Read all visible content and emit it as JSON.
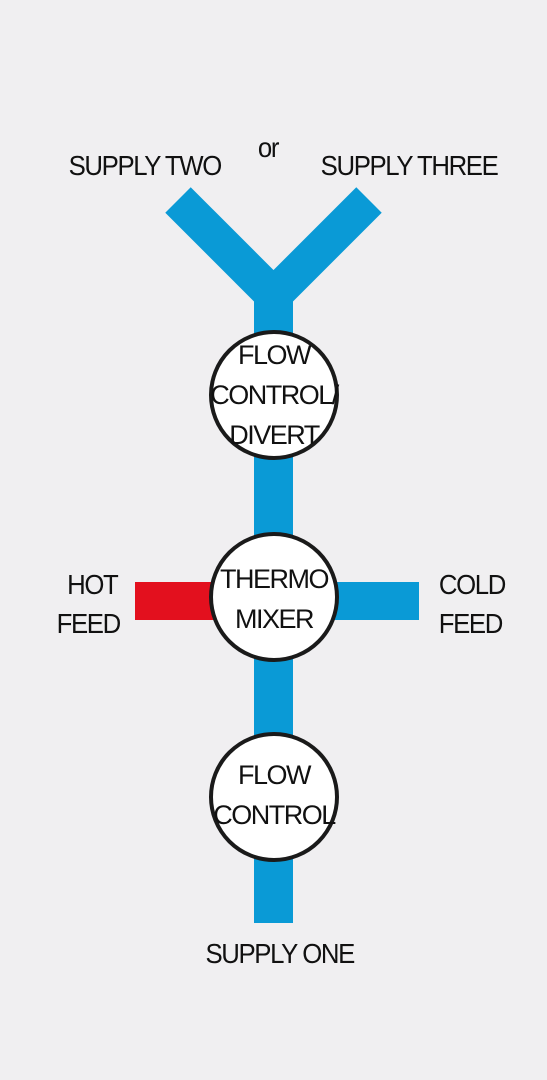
{
  "colors": {
    "background": "#f0eff1",
    "pipe_cold": "#0a9ad6",
    "pipe_hot": "#e3101e",
    "node_fill": "#ffffff",
    "node_border": "#1a1a1a",
    "text": "#111111"
  },
  "labels": {
    "supply_two": "SUPPLY TWO",
    "or": "or",
    "supply_three": "SUPPLY THREE",
    "hot_feed_line1": "HOT",
    "hot_feed_line2": "FEED",
    "cold_feed_line1": "COLD",
    "cold_feed_line2": "FEED",
    "supply_one": "SUPPLY ONE"
  },
  "nodes": {
    "flow_control_divert": {
      "line1": "FLOW",
      "line2": "CONTROL/",
      "line3": "DIVERT"
    },
    "thermo_mixer": {
      "line1": "THERMO",
      "line2": "MIXER"
    },
    "flow_control": {
      "line1": "FLOW",
      "line2": "CONTROL"
    }
  }
}
